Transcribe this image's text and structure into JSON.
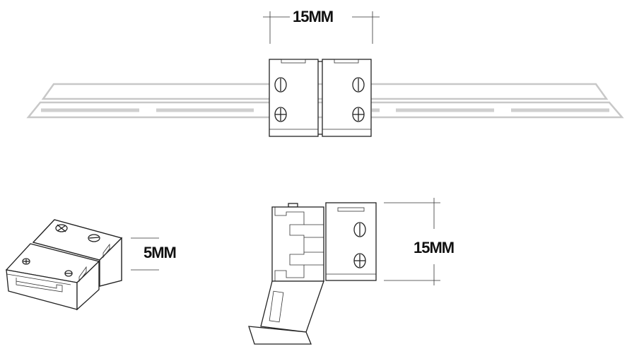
{
  "dimensions": {
    "top_width": "15MM",
    "height": "5MM",
    "side_length": "15MM"
  },
  "colors": {
    "line": "#222222",
    "strip": "#c8c8c8"
  }
}
